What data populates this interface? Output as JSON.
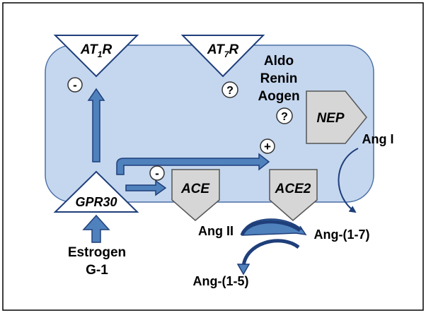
{
  "receptors": {
    "at1r": {
      "main": "AT",
      "sub": "1",
      "tail": "R"
    },
    "at7r": {
      "main": "AT",
      "sub": "7",
      "tail": "R"
    },
    "gpr30": "GPR30"
  },
  "enzymes": {
    "nep": "NEP",
    "ace": "ACE",
    "ace2": "ACE2"
  },
  "cell_labels": {
    "aldo": "Aldo",
    "renin": "Renin",
    "aogen": "Aogen"
  },
  "signs": {
    "minus_at1r": "-",
    "question_at7r": "?",
    "question_aogen": "?",
    "plus_ace2": "+",
    "minus_ace": "-"
  },
  "peptides": {
    "ang1": "Ang I",
    "ang2": "Ang II",
    "ang17": "Ang-(1-7)",
    "ang15": "Ang-(1-5)"
  },
  "ligands": {
    "estrogen": "Estrogen",
    "g1": "G-1"
  },
  "colors": {
    "cell_fill": "#c5d7ef",
    "cell_stroke": "#4a6fa5",
    "arrow_fill": "#4f81bd",
    "arrow_stroke": "#1f3f7a",
    "enzyme_fill": "#d6d6d6",
    "enzyme_stroke": "#555555"
  }
}
